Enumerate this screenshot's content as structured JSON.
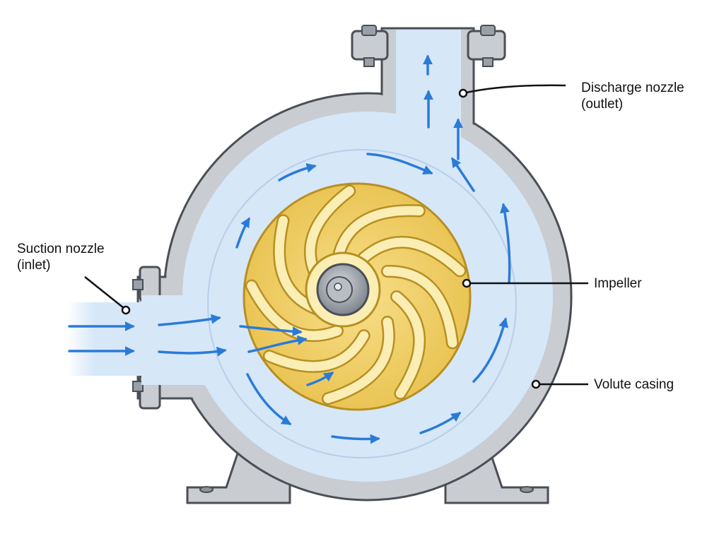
{
  "labels": {
    "discharge_line1": "Discharge nozzle",
    "discharge_line2": "(outlet)",
    "suction_line1": "Suction nozzle",
    "suction_line2": "(inlet)",
    "impeller": "Impeller",
    "volute": "Volute casing"
  },
  "colors": {
    "casing_fill": "#c9ccd1",
    "casing_stroke": "#4b4f55",
    "fluid": "#d6e7f8",
    "flow_arrow": "#2a7bd8",
    "impeller_fill": "#f2d36b",
    "vane_fill": "#fbeeb5",
    "hub": "#9aa0a8",
    "leader_line": "#111111"
  }
}
